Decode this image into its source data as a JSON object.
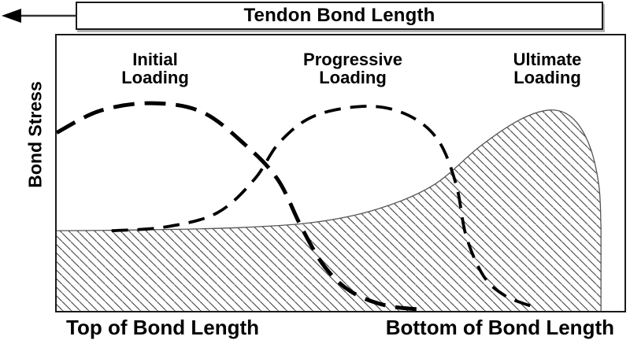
{
  "header": {
    "title": "Tendon Bond Length"
  },
  "axes": {
    "y_label": "Bond Stress",
    "x_left_label": "Top of Bond Length",
    "x_right_label": "Bottom of Bond Length"
  },
  "curve_labels": {
    "initial": "Initial\nLoading",
    "progressive": "Progressive\nLoading",
    "ultimate": "Ultimate\nLoading"
  },
  "colors": {
    "ink": "#000000",
    "curve_outline": "#555555",
    "hatch_line": "#333333",
    "shadow": "#b4b4b4"
  },
  "chart_data": {
    "type": "line",
    "title": "Tendon Bond Length",
    "ylabel": "Bond Stress",
    "xlabel_left": "Top of Bond Length",
    "xlabel_right": "Bottom of Bond Length",
    "axes_quantitative": false,
    "x_range_note": "x is normalized position along tendon bond length, 0 = top, 1 = bottom",
    "y_range_note": "y is relative bond stress, fraction of plot height above baseline",
    "legend": "none (curves labeled directly on plot)",
    "grid": false,
    "series": [
      {
        "name": "Initial Loading",
        "style": "bold-dashed",
        "points": [
          [
            0,
            0.647
          ],
          [
            0.079,
            0.726
          ],
          [
            0.173,
            0.754
          ],
          [
            0.266,
            0.723
          ],
          [
            0.345,
            0.605
          ],
          [
            0.406,
            0.477
          ],
          [
            0.45,
            0.302
          ],
          [
            0.492,
            0.161
          ],
          [
            0.54,
            0.071
          ],
          [
            0.604,
            0.02
          ],
          [
            0.676,
            0.004
          ]
        ]
      },
      {
        "name": "Progressive Loading",
        "style": "dashed",
        "points": [
          [
            0.101,
            0.291
          ],
          [
            0.201,
            0.305
          ],
          [
            0.295,
            0.356
          ],
          [
            0.363,
            0.477
          ],
          [
            0.41,
            0.613
          ],
          [
            0.475,
            0.709
          ],
          [
            0.573,
            0.743
          ],
          [
            0.647,
            0.709
          ],
          [
            0.701,
            0.619
          ],
          [
            0.734,
            0.458
          ],
          [
            0.752,
            0.274
          ],
          [
            0.784,
            0.127
          ],
          [
            0.823,
            0.056
          ],
          [
            0.872,
            0.017
          ]
        ]
      },
      {
        "name": "Ultimate Loading",
        "style": "solid-hatch-filled",
        "points": [
          [
            0,
            0.291
          ],
          [
            0.158,
            0.294
          ],
          [
            0.331,
            0.302
          ],
          [
            0.475,
            0.322
          ],
          [
            0.59,
            0.37
          ],
          [
            0.691,
            0.455
          ],
          [
            0.777,
            0.596
          ],
          [
            0.849,
            0.692
          ],
          [
            0.906,
            0.729
          ],
          [
            0.947,
            0.701
          ],
          [
            0.978,
            0.605
          ],
          [
            0.996,
            0.458
          ],
          [
            1.0,
            0.302
          ]
        ],
        "fill": "diagonal-hatch",
        "note": "solid thin outline, hatched area drops vertically to baseline at right end"
      }
    ]
  }
}
